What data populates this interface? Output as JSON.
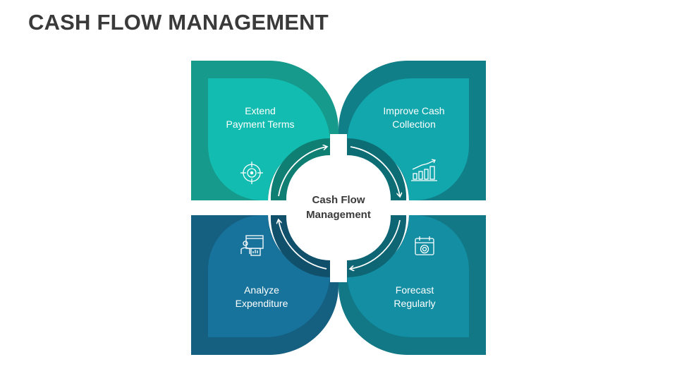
{
  "slide": {
    "title": "CASH FLOW MANAGEMENT",
    "center": "Cash Flow\nManagement"
  },
  "petals": [
    {
      "label": "Extend\nPayment Terms",
      "icon": "target-icon",
      "color_outer": "#159a8c",
      "color_inner": "#13bcb0"
    },
    {
      "label": "Improve Cash\nCollection",
      "icon": "growth-chart-icon",
      "color_outer": "#117f87",
      "color_inner": "#12a6ad"
    },
    {
      "label": "Analyze\nExpenditure",
      "icon": "analysis-icon",
      "color_outer": "#155f80",
      "color_inner": "#18739c"
    },
    {
      "label": "Forecast\nRegularly",
      "icon": "calendar-icon",
      "color_outer": "#127886",
      "color_inner": "#138ea3"
    }
  ]
}
